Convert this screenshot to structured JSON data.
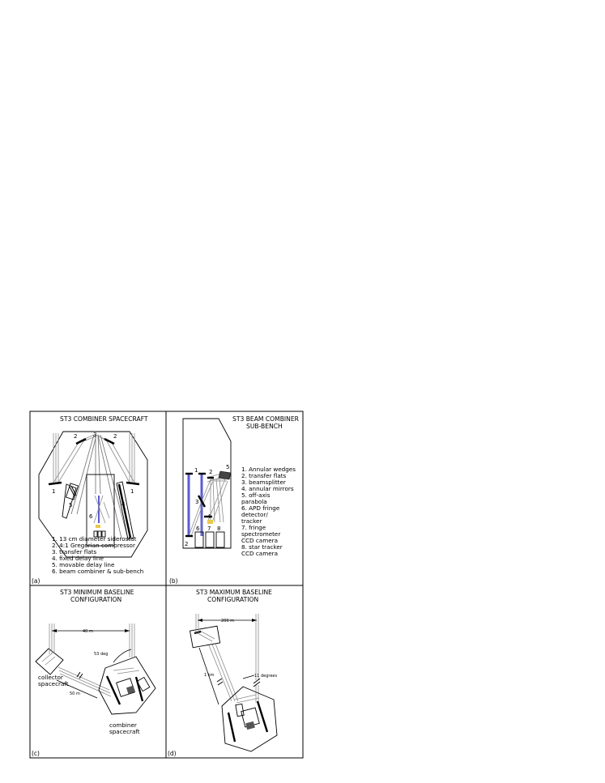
{
  "panels": {
    "a": {
      "title": "ST3  COMBINER  SPACECRAFT",
      "tag": "(a)",
      "numbers": [
        "1",
        "2",
        "3",
        "2",
        "1",
        "4",
        "5",
        "6"
      ],
      "legend": [
        "1.  13 cm diameter siderostat",
        "2.  4:1  Gregorian compressor",
        "3.  transfer flats",
        "4.  fixed delay line",
        "5.  movable delay line",
        "6.  beam combiner & sub-bench"
      ]
    },
    "b": {
      "title_line1": "ST3  BEAM  COMBINER",
      "title_line2": "SUB-BENCH",
      "tag": "(b)",
      "numbers": [
        "1",
        "2",
        "3",
        "5",
        "2",
        "4",
        "6",
        "7",
        "8"
      ],
      "legend": [
        "1.  Annular wedges",
        "2.  transfer flats",
        "3.  beamsplitter",
        "4.  annular mirrors",
        "5.  off-axis",
        "      parabola",
        "6.  APD fringe",
        "      detector/",
        "      tracker",
        "7.  fringe",
        "      spectrometer",
        "      CCD camera",
        "8.  star tracker",
        "      CCD camera"
      ]
    },
    "c": {
      "title_line1": "ST3  MINIMUM  BASELINE",
      "title_line2": "CONFIGURATION",
      "tag": "(c)",
      "dist_40": "40 m",
      "angle": "53 deg",
      "dist_50": "50 m",
      "collector_1": "collector",
      "collector_2": "spacecraft",
      "combiner_1": "combiner",
      "combiner_2": "spacecraft"
    },
    "d": {
      "title_line1": "ST3  MAXIMUM  BASELINE",
      "title_line2": "CONFIGURATION",
      "tag": "(d)",
      "dist_200": "200 m",
      "dist_1km": "1 km",
      "angle": "11 degrees"
    }
  }
}
